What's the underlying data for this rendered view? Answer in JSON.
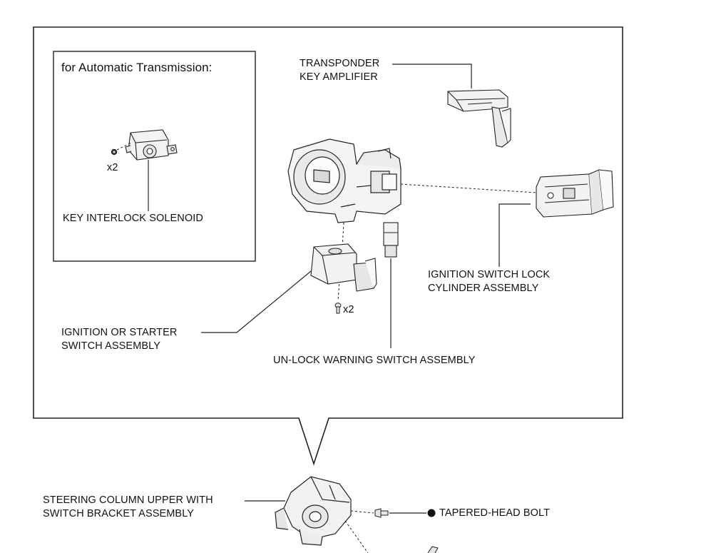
{
  "inset": {
    "title": "for Automatic Transmission:",
    "solenoid_label": "KEY INTERLOCK SOLENOID",
    "qty_label": "x2"
  },
  "labels": {
    "transponder_line1": "TRANSPONDER",
    "transponder_line2": "KEY AMPLIFIER",
    "lock_cylinder_line1": "IGNITION SWITCH LOCK",
    "lock_cylinder_line2": "CYLINDER ASSEMBLY",
    "starter_switch_line1": "IGNITION OR STARTER",
    "starter_switch_line2": "SWITCH ASSEMBLY",
    "unlock_warning": "UN-LOCK WARNING SWITCH ASSEMBLY",
    "screw_qty": "x2",
    "steering_column_line1": "STEERING COLUMN UPPER WITH",
    "steering_column_line2": "SWITCH BRACKET ASSEMBLY",
    "tapered_bolt": "TAPERED-HEAD BOLT"
  }
}
